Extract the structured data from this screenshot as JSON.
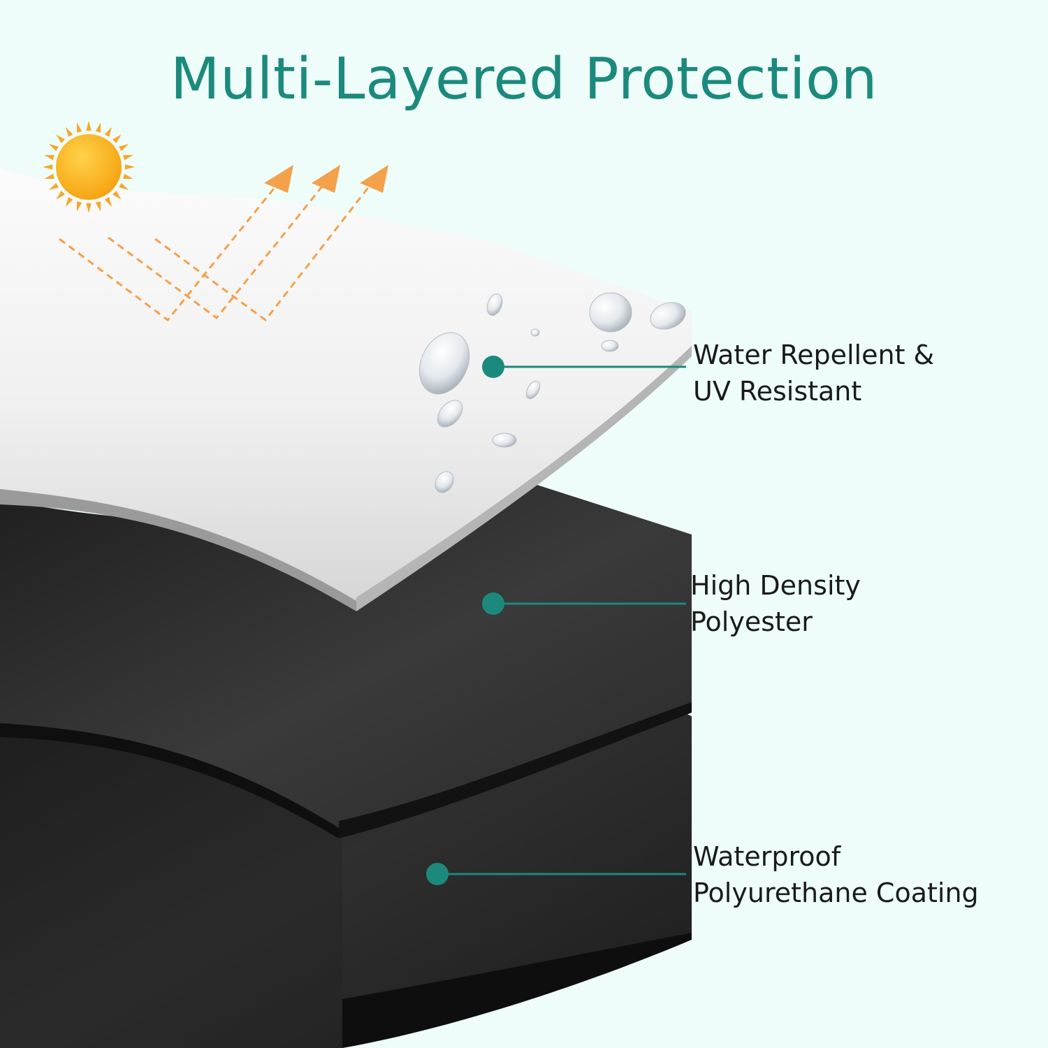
{
  "title": "Multi-Layered Protection",
  "colors": {
    "background": "#eefdfa",
    "accent": "#1b8a7c",
    "ray": "#f5a04a",
    "sun": "#fbb320",
    "top_layer": "#f4f4f4",
    "middle_layer": "#2b2b2b",
    "bottom_layer": "#232323"
  },
  "layers": [
    {
      "line1": "Water Repellent &",
      "line2": "UV Resistant"
    },
    {
      "line1": "High Density",
      "line2": "Polyester"
    },
    {
      "line1": "Waterproof",
      "line2": "Polyurethane Coating"
    }
  ],
  "icons": [
    "sun-icon",
    "arrow-icon",
    "water-droplet-icon"
  ]
}
